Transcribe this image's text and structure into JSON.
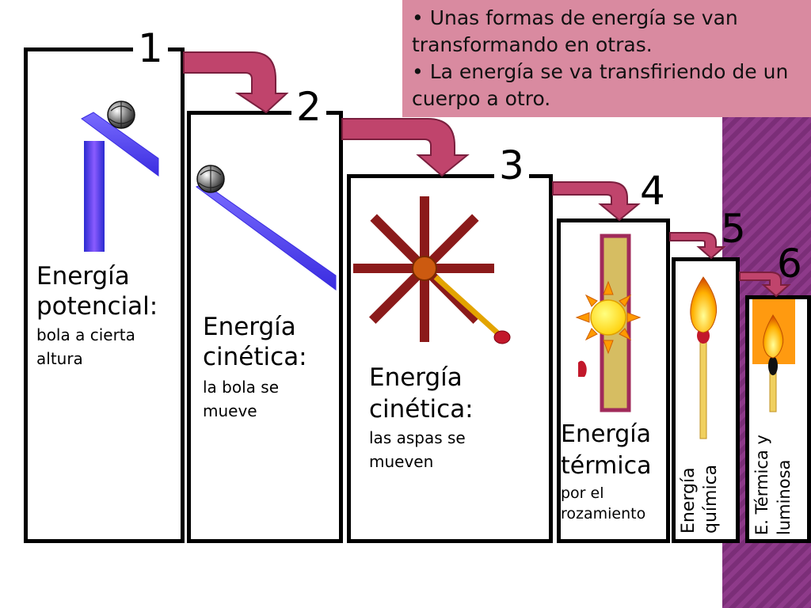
{
  "note": {
    "bullet1": "• Unas formas de energía se van transformando en otras.",
    "bullet2": "• La energía se va transfiriendo de un cuerpo a otro."
  },
  "steps": [
    {
      "number": "1",
      "title1": "Energía",
      "title2": "potencial:",
      "desc1": "bola a cierta",
      "desc2": "altura"
    },
    {
      "number": "2",
      "title1": "Energía",
      "title2": "cinética:",
      "desc1": "la bola se",
      "desc2": "mueve"
    },
    {
      "number": "3",
      "title1": "Energía",
      "title2": "cinética:",
      "desc1": "las aspas se",
      "desc2": "mueven"
    },
    {
      "number": "4",
      "title1": "Energía",
      "title2": "térmica",
      "desc1": "por el",
      "desc2": "rozamiento"
    },
    {
      "number": "5",
      "title1": "Energía",
      "title2": "química"
    },
    {
      "number": "6",
      "title1": "E. Térmica y",
      "title2": "luminosa"
    }
  ],
  "colors": {
    "note_bg": "#d98aa0",
    "arrow": "#c0446c",
    "ramp": "#5a4cf0",
    "blade": "#8b1a1a",
    "panel": "#7b2e78"
  }
}
